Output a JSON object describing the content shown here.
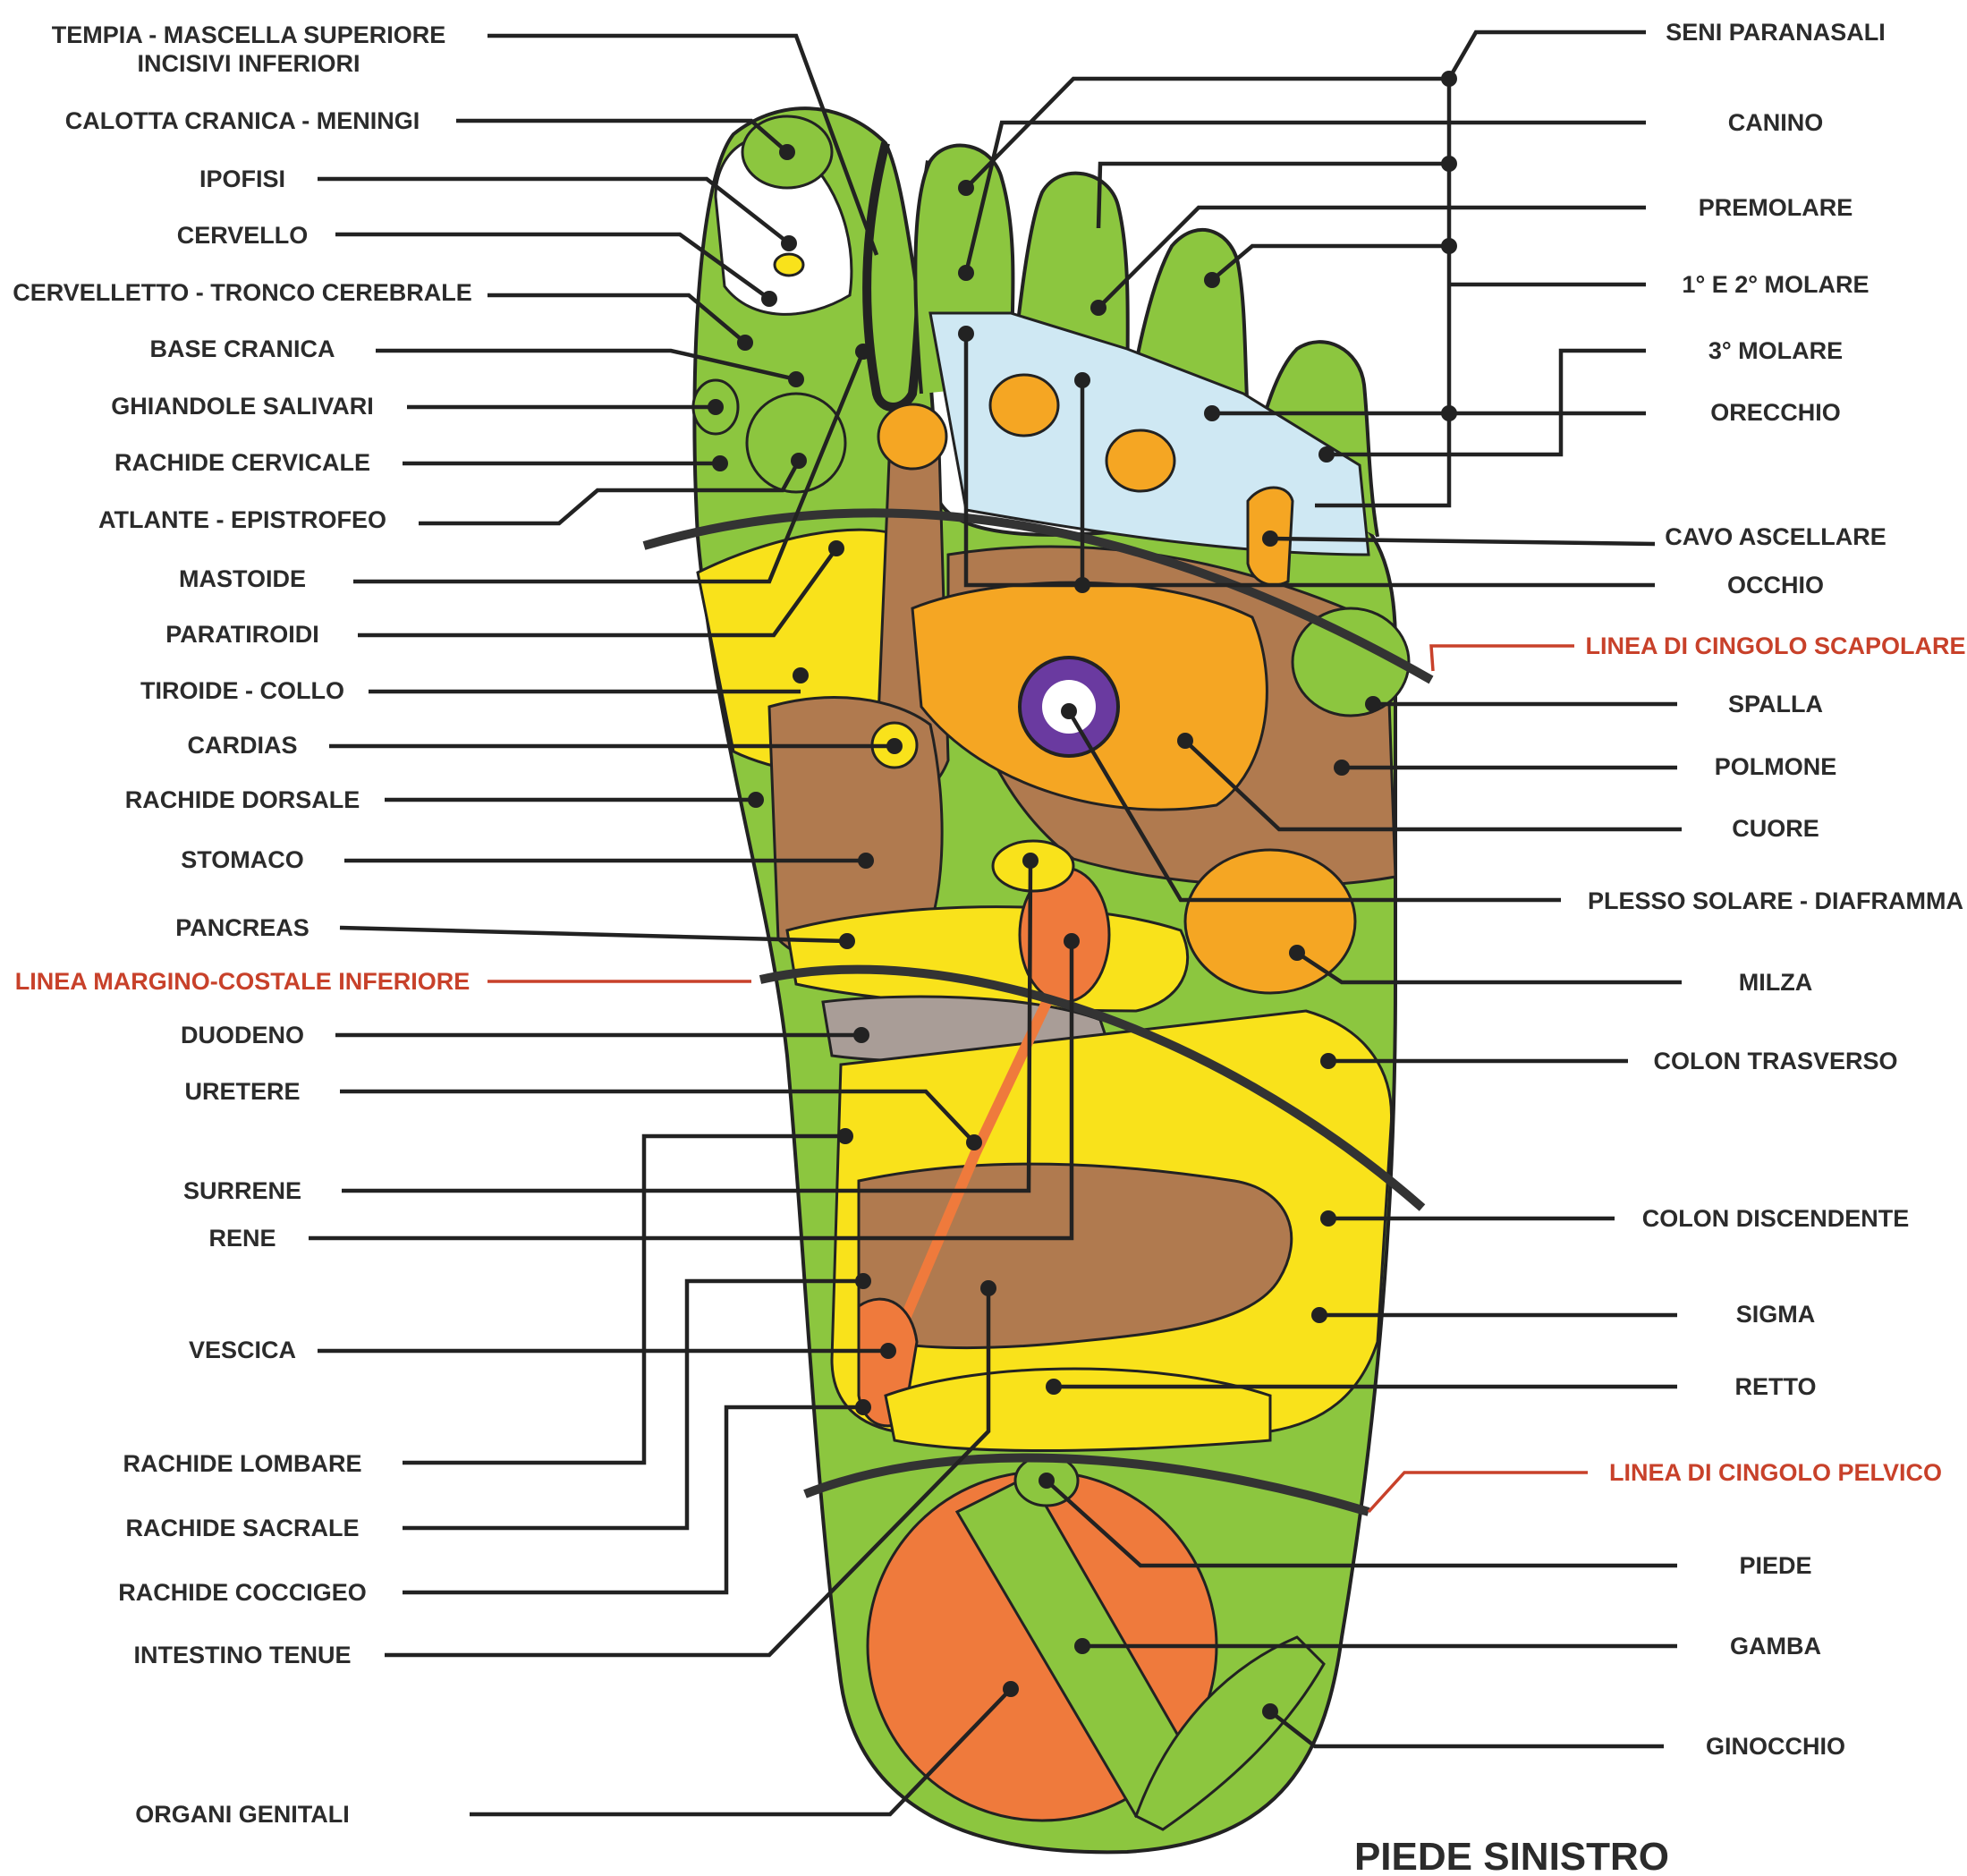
{
  "title": "PIEDE SINISTRO",
  "colors": {
    "green": "#8cc63f",
    "yellow": "#f9e21b",
    "light_blue": "#cfe8f3",
    "orange": "#f5a623",
    "brown": "#b07a4f",
    "red_orange": "#ef7a3c",
    "purple": "#6a3aa0",
    "grey": "#a99d97",
    "outline": "#222222",
    "red_label": "#c8412a"
  },
  "labels_left": [
    "TEMPIA - MASCELLA SUPERIORE",
    "INCISIVI INFERIORI",
    "CALOTTA CRANICA - MENINGI",
    "IPOFISI",
    "CERVELLO",
    "CERVELLETTO - TRONCO CEREBRALE",
    "BASE CRANICA",
    "GHIANDOLE SALIVARI",
    "RACHIDE CERVICALE",
    "ATLANTE - EPISTROFEO",
    "MASTOIDE",
    "PARATIROIDI",
    "TIROIDE - COLLO",
    "CARDIAS",
    "RACHIDE DORSALE",
    "STOMACO",
    "PANCREAS",
    "LINEA MARGINO-COSTALE INFERIORE",
    "DUODENO",
    "URETERE",
    "SURRENE",
    "RENE",
    "VESCICA",
    "RACHIDE LOMBARE",
    "RACHIDE SACRALE",
    "RACHIDE COCCIGEO",
    "INTESTINO TENUE",
    "ORGANI GENITALI"
  ],
  "labels_right": [
    "SENI PARANASALI",
    "CANINO",
    "PREMOLARE",
    "1° E 2° MOLARE",
    "3° MOLARE",
    "ORECCHIO",
    "CAVO ASCELLARE",
    "OCCHIO",
    "LINEA DI CINGOLO SCAPOLARE",
    "SPALLA",
    "POLMONE",
    "CUORE",
    "PLESSO SOLARE - DIAFRAMMA",
    "MILZA",
    "COLON TRASVERSO",
    "COLON DISCENDENTE",
    "SIGMA",
    "RETTO",
    "LINEA DI CINGOLO PELVICO",
    "PIEDE",
    "GAMBA",
    "GINOCCHIO"
  ]
}
